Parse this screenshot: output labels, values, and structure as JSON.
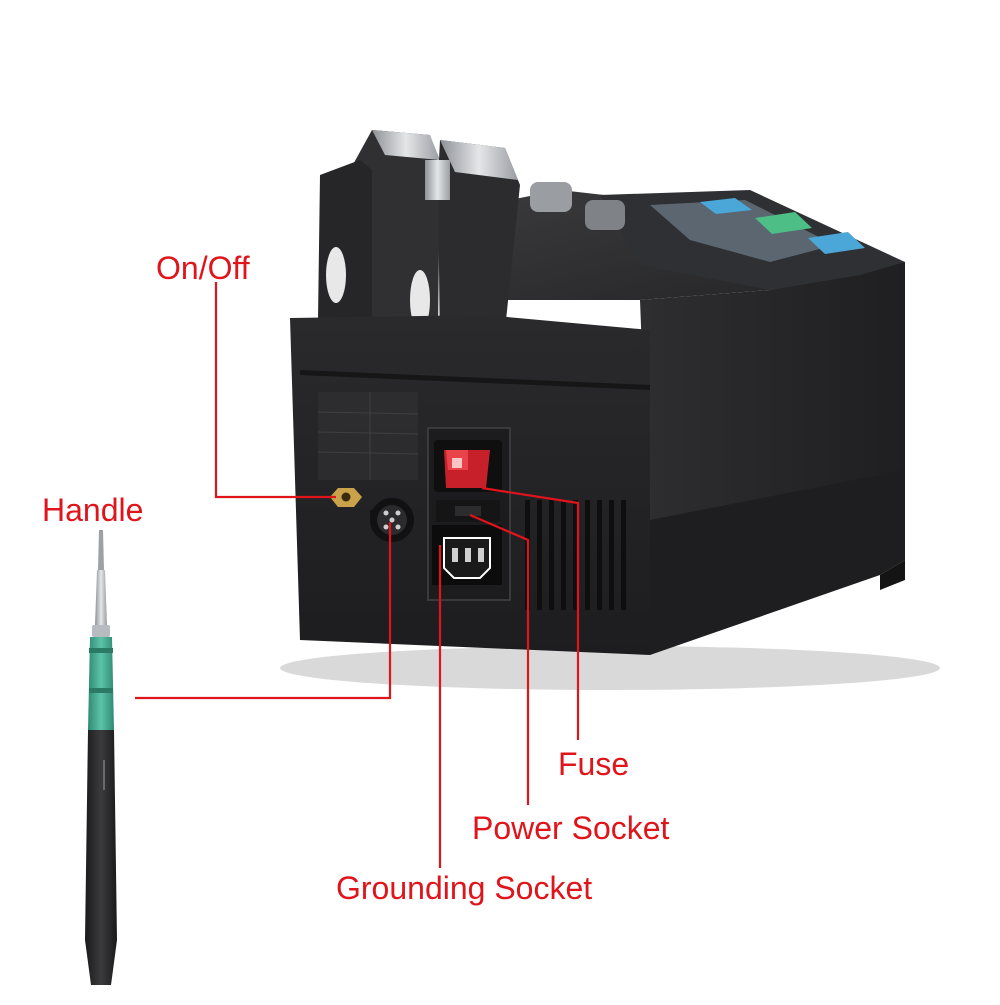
{
  "callouts": {
    "on_off": "On/Off",
    "handle": "Handle",
    "fuse": "Fuse",
    "power_socket": "Power Socket",
    "grounding_socket": "Grounding Socket"
  },
  "colors": {
    "callout_text": "#e0141b",
    "leader_line": "#e0141b",
    "housing": "#2b2b2d",
    "housing_dark": "#1c1c1e",
    "panel_face": "#232325",
    "switch_red": "#c8202a",
    "grip_green": "#3aa58e",
    "button_blue": "#4aa7d8",
    "button_green": "#4dbf86",
    "brass": "#c9a24a",
    "metal": "#bfc2c6"
  }
}
